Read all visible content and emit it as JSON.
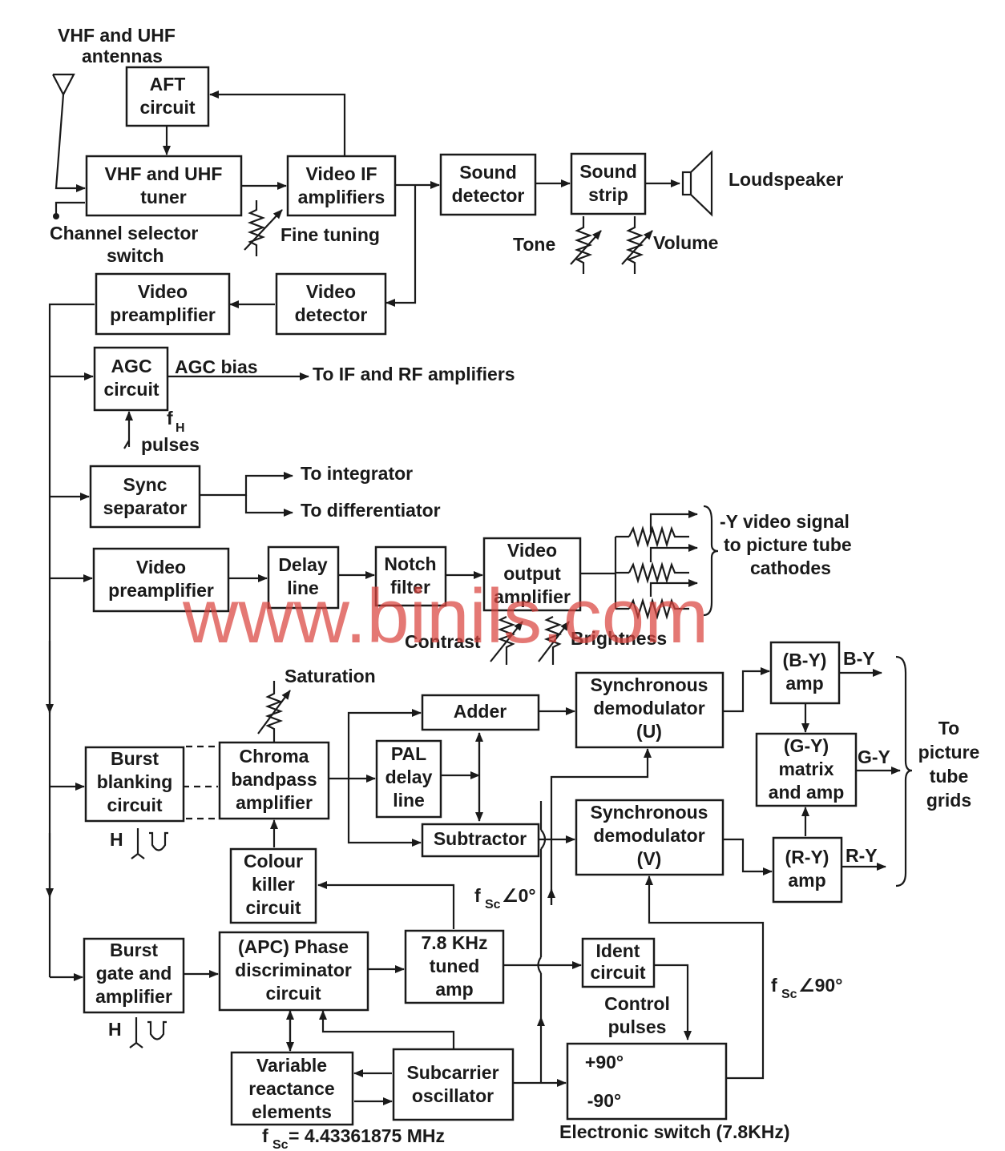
{
  "blocks": {
    "aft": [
      "AFT",
      "circuit"
    ],
    "tuner": [
      "VHF and UHF",
      "tuner"
    ],
    "video_if": [
      "Video IF",
      "amplifiers"
    ],
    "sound_detector": [
      "Sound",
      "detector"
    ],
    "sound_strip": [
      "Sound",
      "strip"
    ],
    "video_detector": [
      "Video",
      "detector"
    ],
    "video_preamp_1": [
      "Video",
      "preamplifier"
    ],
    "agc": [
      "AGC",
      "circuit"
    ],
    "sync_sep": [
      "Sync",
      "separator"
    ],
    "video_preamp_2": [
      "Video",
      "preamplifier"
    ],
    "delay_line": [
      "Delay",
      "line"
    ],
    "notch": [
      "Notch",
      "filter"
    ],
    "video_out": [
      "Video",
      "output",
      "amplifier"
    ],
    "burst_blank": [
      "Burst",
      "blanking",
      "circuit"
    ],
    "chroma_bp": [
      "Chroma",
      "bandpass",
      "amplifier"
    ],
    "colour_killer": [
      "Colour",
      "killer",
      "circuit"
    ],
    "pal_delay": [
      "PAL",
      "delay",
      "line"
    ],
    "adder": [
      "Adder"
    ],
    "subtractor": [
      "Subtractor"
    ],
    "sync_demod_u": [
      "Synchronous",
      "demodulator",
      "(U)"
    ],
    "sync_demod_v": [
      "Synchronous",
      "demodulator",
      "(V)"
    ],
    "by_amp": [
      "(B-Y)",
      "amp"
    ],
    "gy_matrix": [
      "(G-Y)",
      "matrix",
      "and amp"
    ],
    "ry_amp": [
      "(R-Y)",
      "amp"
    ],
    "burst_gate": [
      "Burst",
      "gate and",
      "amplifier"
    ],
    "apc": [
      "(APC) Phase",
      "discriminator",
      "circuit"
    ],
    "tuned_amp": [
      "7.8 KHz",
      "tuned",
      "amp"
    ],
    "ident": [
      "Ident",
      "circuit"
    ],
    "var_react": [
      "Variable",
      "reactance",
      "elements"
    ],
    "subcarrier": [
      "Subcarrier",
      "oscillator"
    ],
    "switch_plus": [
      "+90°"
    ],
    "switch_minus": [
      "-90°"
    ]
  },
  "labels": {
    "antennas": [
      "VHF and UHF",
      "antennas"
    ],
    "channel_selector": [
      "Channel selector",
      "switch"
    ],
    "fine_tuning": "Fine tuning",
    "loudspeaker": "Loudspeaker",
    "tone": "Tone",
    "volume": "Volume",
    "agc_bias": "AGC bias",
    "to_if_rf": "To IF and RF amplifiers",
    "fh_pulses": [
      "f",
      "H",
      "pulses"
    ],
    "to_integrator": "To integrator",
    "to_differentiator": "To differentiator",
    "y_video": [
      "-Y video signal",
      "to picture tube",
      "cathodes"
    ],
    "contrast": "Contrast",
    "brightness": "Brightness",
    "saturation": "Saturation",
    "by": "B-Y",
    "gy": "G-Y",
    "ry": "R-Y",
    "to_grids": [
      "To",
      "picture",
      "tube",
      "grids"
    ],
    "h_1": "H",
    "h_2": "H",
    "fsc_0": [
      "f",
      "Sc",
      "∠0°"
    ],
    "fsc_90": [
      "f",
      "Sc",
      "∠90°"
    ],
    "control_pulses": [
      "Control",
      "pulses"
    ],
    "fsc_freq": [
      "f",
      "Sc",
      "= 4.43361875 MHz"
    ],
    "electronic_switch": "Electronic switch (7.8KHz)"
  },
  "watermark": "www.binils.com"
}
